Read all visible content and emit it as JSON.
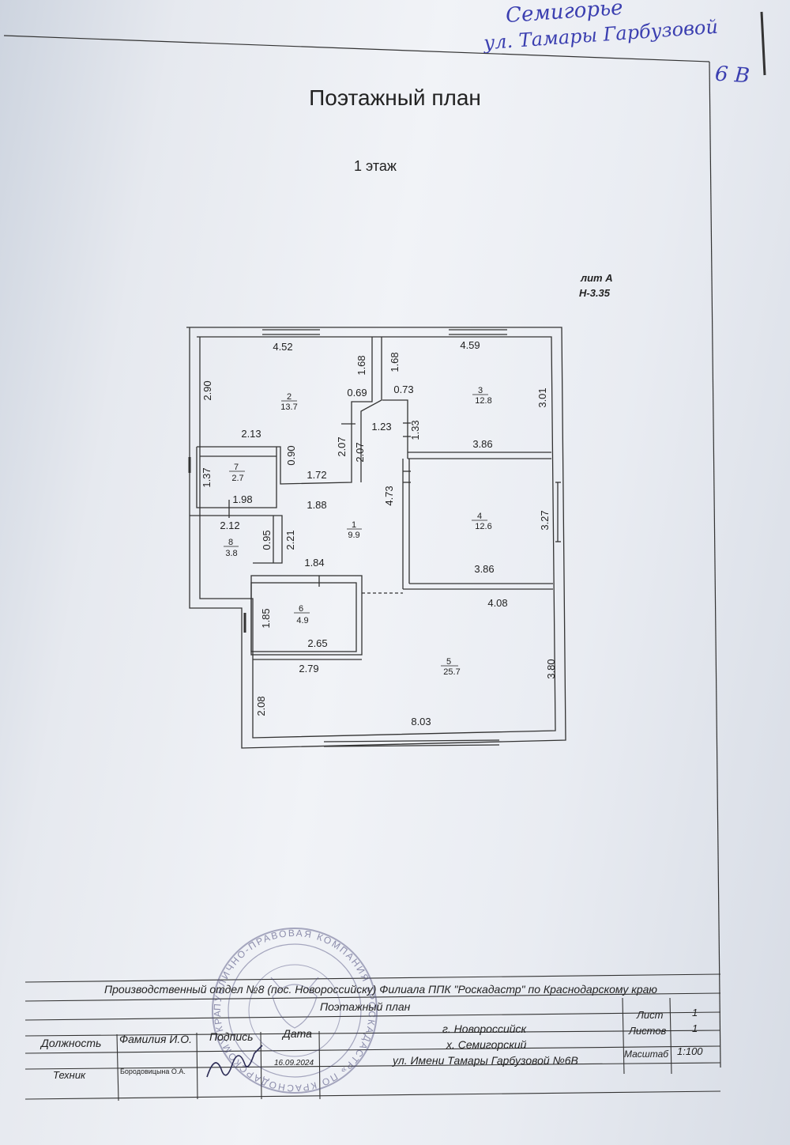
{
  "handwriting": {
    "line1": "Семигорье",
    "line2": "ул. Тамары Гарбузовой",
    "line3": "6 В"
  },
  "header": {
    "title": "Поэтажный план",
    "floor": "1 этаж",
    "lit": "лит А",
    "height": "Н-3.35"
  },
  "rooms": [
    {
      "num": "1",
      "area": "9.9"
    },
    {
      "num": "2",
      "area": "13.7"
    },
    {
      "num": "3",
      "area": "12.8"
    },
    {
      "num": "4",
      "area": "12.6"
    },
    {
      "num": "5",
      "area": "25.7"
    },
    {
      "num": "6",
      "area": "4.9"
    },
    {
      "num": "7",
      "area": "2.7"
    },
    {
      "num": "8",
      "area": "3.8"
    }
  ],
  "dimensions": [
    "4.52",
    "1.68",
    "2.90",
    "0.69",
    "2.13",
    "0.90",
    "1.72",
    "2.07",
    "2.07",
    "1.68",
    "0.73",
    "4.59",
    "3.01",
    "1.23",
    "1.33",
    "3.86",
    "4.73",
    "3.86",
    "3.27",
    "1.37",
    "1.98",
    "1.88",
    "2.12",
    "0.95",
    "2.21",
    "1.84",
    "4.08",
    "1.85",
    "2.65",
    "2.79",
    "3.80",
    "2.08",
    "8.03"
  ],
  "title_block": {
    "org": "Производственный отдел №8 (пос. Новороссийску) Филиала ППК \"Роскадастр\" по Краснодарскому краю",
    "doc": "Поэтажный план",
    "col_position": "Должность",
    "col_name": "Фамилия И.О.",
    "col_sign": "Подпись",
    "col_date": "Дата",
    "position": "Техник",
    "name": "Бородовицына О.А.",
    "date": "16.09.2024",
    "city": "г. Новороссийск",
    "settlement": "х. Семигорский",
    "street": "ул. Имени Тамары Гарбузовой №6В",
    "sheet_label": "Лист",
    "sheet_value": "1",
    "sheets_label": "Листов",
    "sheets_value": "1",
    "scale_label": "Масштаб",
    "scale_value": "1:100"
  },
  "stamp": {
    "ring_text": "ПУБЛИЧНО-ПРАВОВАЯ КОМПАНИЯ «РОСКАДАСТР» ПО КРАСНОДАРСКОМУ КРАЮ"
  }
}
